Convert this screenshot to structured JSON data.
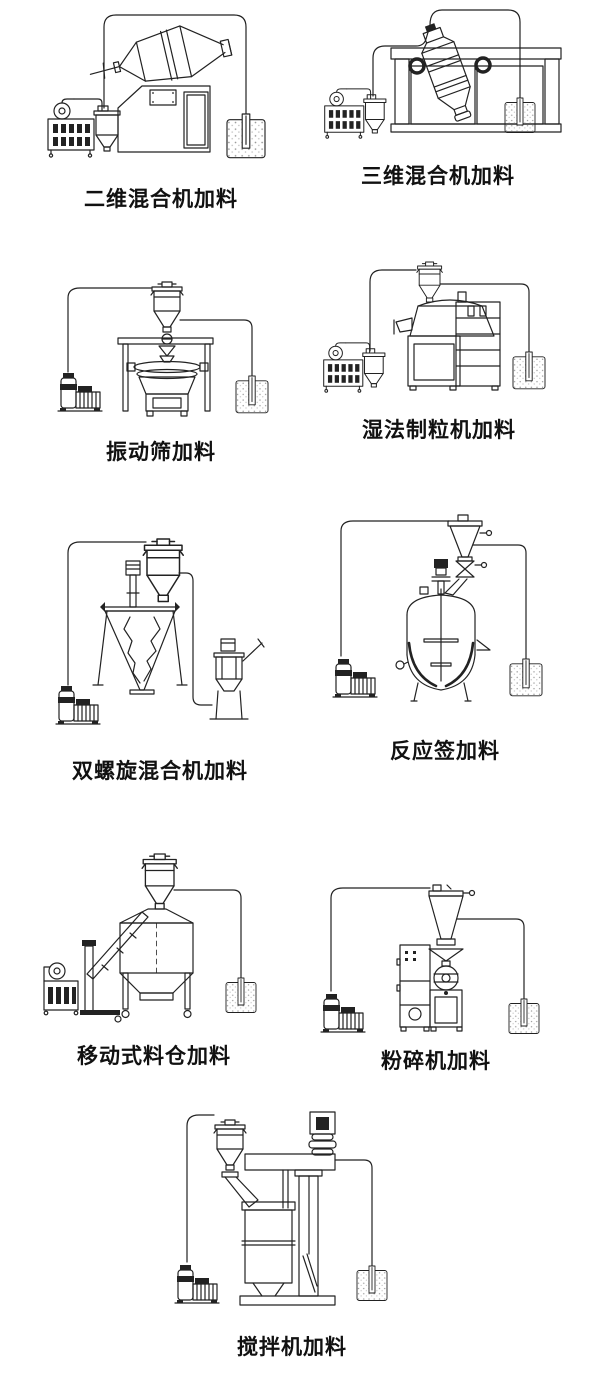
{
  "page": {
    "background": "#ffffff",
    "ink_color": "#222222"
  },
  "diagrams": [
    {
      "id": "2d-mixer",
      "caption": "二维混合机加料"
    },
    {
      "id": "3d-mixer",
      "caption": "三维混合机加料"
    },
    {
      "id": "vibrating-screen",
      "caption": "振动筛加料"
    },
    {
      "id": "wet-granulator",
      "caption": "湿法制粒机加料"
    },
    {
      "id": "double-screw-mixer",
      "caption": "双螺旋混合机加料"
    },
    {
      "id": "reactor",
      "caption": "反应签加料"
    },
    {
      "id": "mobile-silo",
      "caption": "移动式料仓加料"
    },
    {
      "id": "crusher",
      "caption": "粉碎机加料"
    },
    {
      "id": "agitator",
      "caption": "搅拌机加料"
    }
  ]
}
